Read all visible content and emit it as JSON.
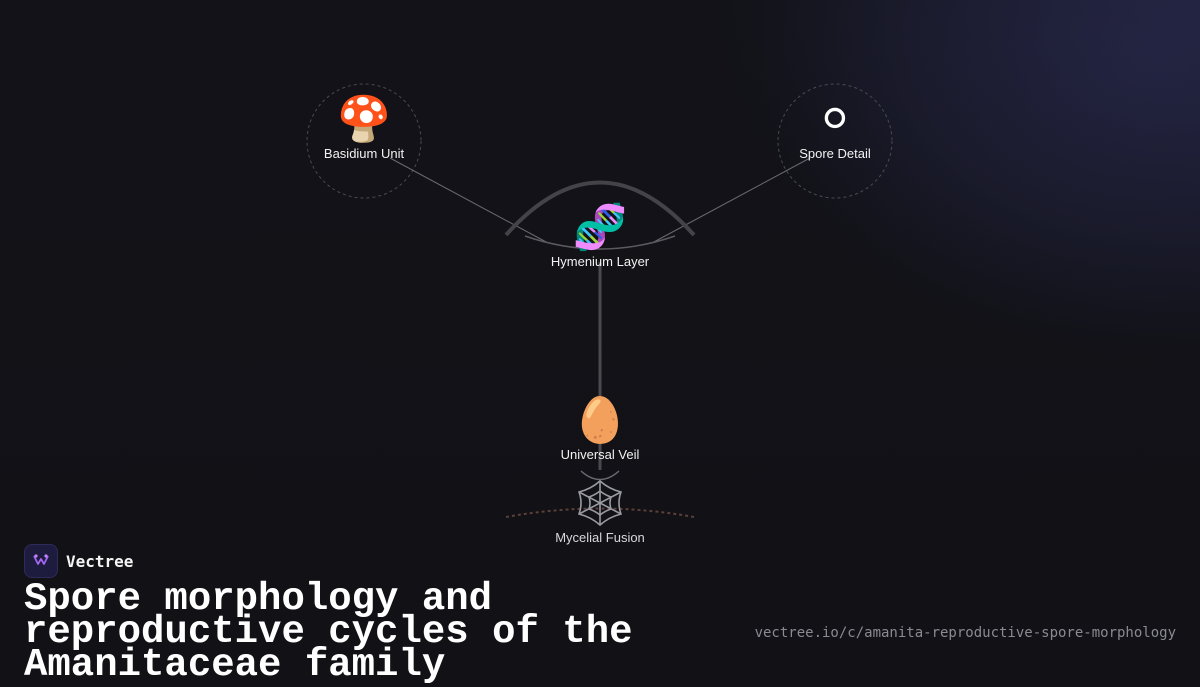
{
  "diagram": {
    "nodes": [
      {
        "id": "basidium",
        "emoji": "🍄",
        "icon": "mushroom-icon",
        "label": "Basidium Unit"
      },
      {
        "id": "spore",
        "emoji": "⚪",
        "icon": "white-circle-icon",
        "label": "Spore Detail"
      },
      {
        "id": "hymenium",
        "emoji": "🧬",
        "icon": "dna-icon",
        "label": "Hymenium Layer"
      },
      {
        "id": "veil",
        "emoji": "🥚",
        "icon": "egg-icon",
        "label": "Universal Veil"
      },
      {
        "id": "mycelial",
        "emoji": "🕸️",
        "icon": "spider-web-icon",
        "label": "Mycelial Fusion"
      }
    ],
    "edges": [
      {
        "from": "basidium",
        "to": "hymenium"
      },
      {
        "from": "spore",
        "to": "hymenium"
      },
      {
        "from": "hymenium",
        "to": "veil"
      },
      {
        "from": "veil",
        "to": "mycelial"
      }
    ]
  },
  "brand": {
    "name": "Vectree",
    "logo_icon": "vectree-logo-icon"
  },
  "title": "Spore morphology and reproductive cycles of the Amanitaceae family",
  "url": "vectree.io/c/amanita-reproductive-spore-morphology",
  "colors": {
    "background": "#111116",
    "line": "#555555",
    "accent": "#9b5cf6"
  }
}
